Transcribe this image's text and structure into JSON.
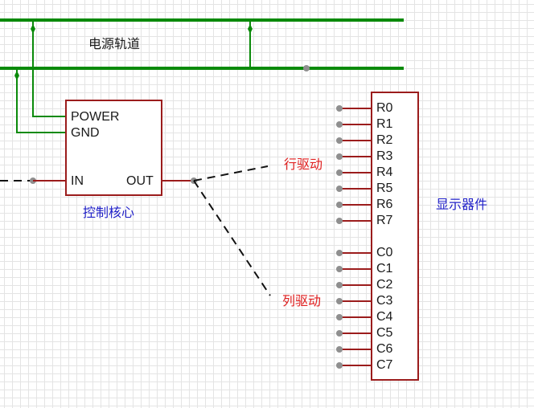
{
  "power_rail_label": "电源轨道",
  "controller": {
    "label": "控制核心",
    "pins": {
      "power": "POWER",
      "gnd": "GND",
      "in": "IN",
      "out": "OUT"
    }
  },
  "row_drive_label": "行驱动",
  "col_drive_label": "列驱动",
  "display": {
    "label": "显示器件",
    "row_pins": [
      "R0",
      "R1",
      "R2",
      "R3",
      "R4",
      "R5",
      "R6",
      "R7"
    ],
    "col_pins": [
      "C0",
      "C1",
      "C2",
      "C3",
      "C4",
      "C5",
      "C6",
      "C7"
    ]
  },
  "colors": {
    "wire": "#0a8a0a",
    "component": "#9b1c1c",
    "connector": "#8f8f8f",
    "label_red": "#e02020",
    "label_blue": "#1f1fc8"
  }
}
